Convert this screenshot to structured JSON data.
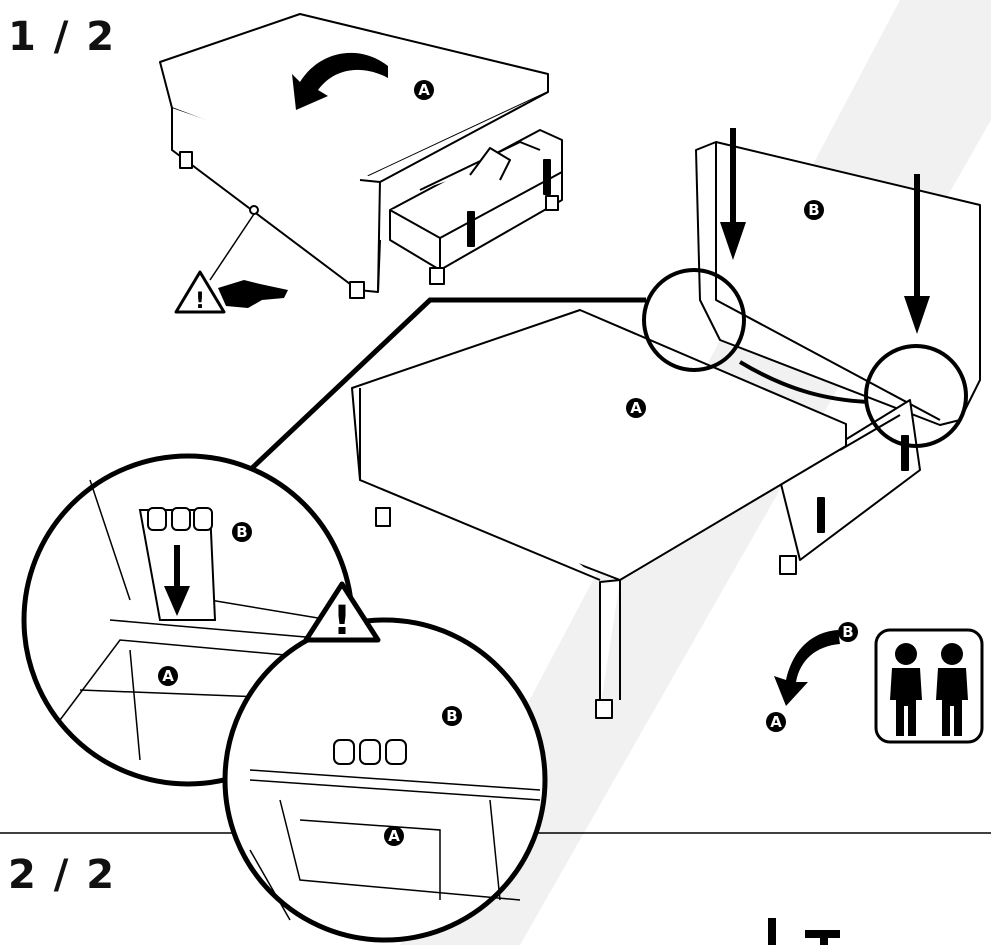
{
  "steps": {
    "first": "1 / 2",
    "second": "2 / 2"
  },
  "callouts": {
    "part_a": "A",
    "part_b": "B"
  },
  "warning_mark": "!",
  "icons": {
    "rotate_arrow": "curved-arrow-icon",
    "warning": "warning-triangle-icon",
    "pinch_hand": "hand-icon",
    "two_persons": "two-persons-icon",
    "down_arrow": "down-arrow-icon"
  },
  "colors": {
    "ink": "#000000",
    "paper": "#ffffff",
    "watermark": "#e6e6e6"
  }
}
